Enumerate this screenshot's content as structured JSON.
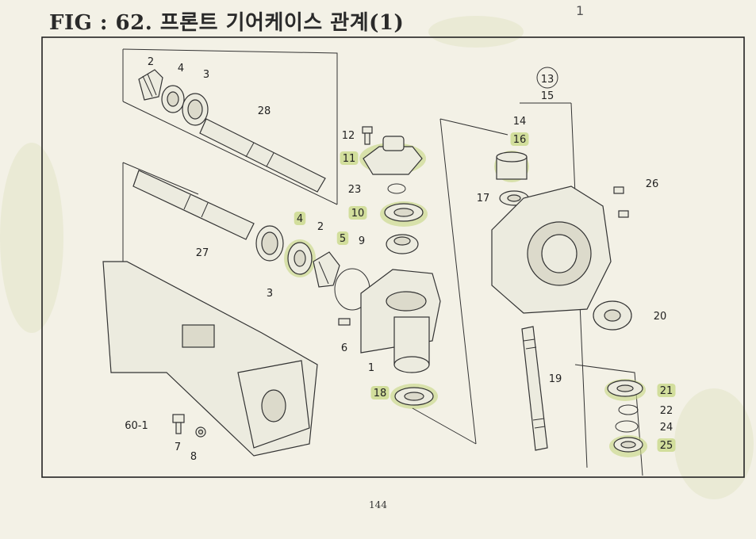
{
  "figure": {
    "title": "FIG : 62. 프론트 기어케이스 관계(1)",
    "corner_mark": "1",
    "page_number": "144"
  },
  "callouts": [
    {
      "id": "c2a",
      "text": "2",
      "highlighted": false
    },
    {
      "id": "c4a",
      "text": "4",
      "highlighted": false
    },
    {
      "id": "c3a",
      "text": "3",
      "highlighted": false
    },
    {
      "id": "c28",
      "text": "28",
      "highlighted": false
    },
    {
      "id": "c12",
      "text": "12",
      "highlighted": false
    },
    {
      "id": "c11",
      "text": "11",
      "highlighted": true
    },
    {
      "id": "c23",
      "text": "23",
      "highlighted": false
    },
    {
      "id": "c10",
      "text": "10",
      "highlighted": true
    },
    {
      "id": "c9",
      "text": "9",
      "highlighted": false
    },
    {
      "id": "c4b",
      "text": "4",
      "highlighted": true
    },
    {
      "id": "c2b",
      "text": "2",
      "highlighted": false
    },
    {
      "id": "c5",
      "text": "5",
      "highlighted": true
    },
    {
      "id": "c27",
      "text": "27",
      "highlighted": false
    },
    {
      "id": "c3b",
      "text": "3",
      "highlighted": false
    },
    {
      "id": "c6",
      "text": "6",
      "highlighted": false
    },
    {
      "id": "c1",
      "text": "1",
      "highlighted": false
    },
    {
      "id": "c18",
      "text": "18",
      "highlighted": true
    },
    {
      "id": "c601",
      "text": "60-1",
      "highlighted": false
    },
    {
      "id": "c7",
      "text": "7",
      "highlighted": false
    },
    {
      "id": "c8",
      "text": "8",
      "highlighted": false
    },
    {
      "id": "c13",
      "text": "13",
      "highlighted": false
    },
    {
      "id": "c15",
      "text": "15",
      "highlighted": false
    },
    {
      "id": "c14",
      "text": "14",
      "highlighted": false
    },
    {
      "id": "c16",
      "text": "16",
      "highlighted": true
    },
    {
      "id": "c17",
      "text": "17",
      "highlighted": false
    },
    {
      "id": "c26",
      "text": "26",
      "highlighted": false
    },
    {
      "id": "c20",
      "text": "20",
      "highlighted": false
    },
    {
      "id": "c19",
      "text": "19",
      "highlighted": false
    },
    {
      "id": "c21",
      "text": "21",
      "highlighted": true
    },
    {
      "id": "c22",
      "text": "22",
      "highlighted": false
    },
    {
      "id": "c24",
      "text": "24",
      "highlighted": false
    },
    {
      "id": "c25",
      "text": "25",
      "highlighted": true
    }
  ],
  "colors": {
    "paper": "#f3f1e6",
    "ink": "#222222",
    "highlight": "#c9d98a"
  }
}
